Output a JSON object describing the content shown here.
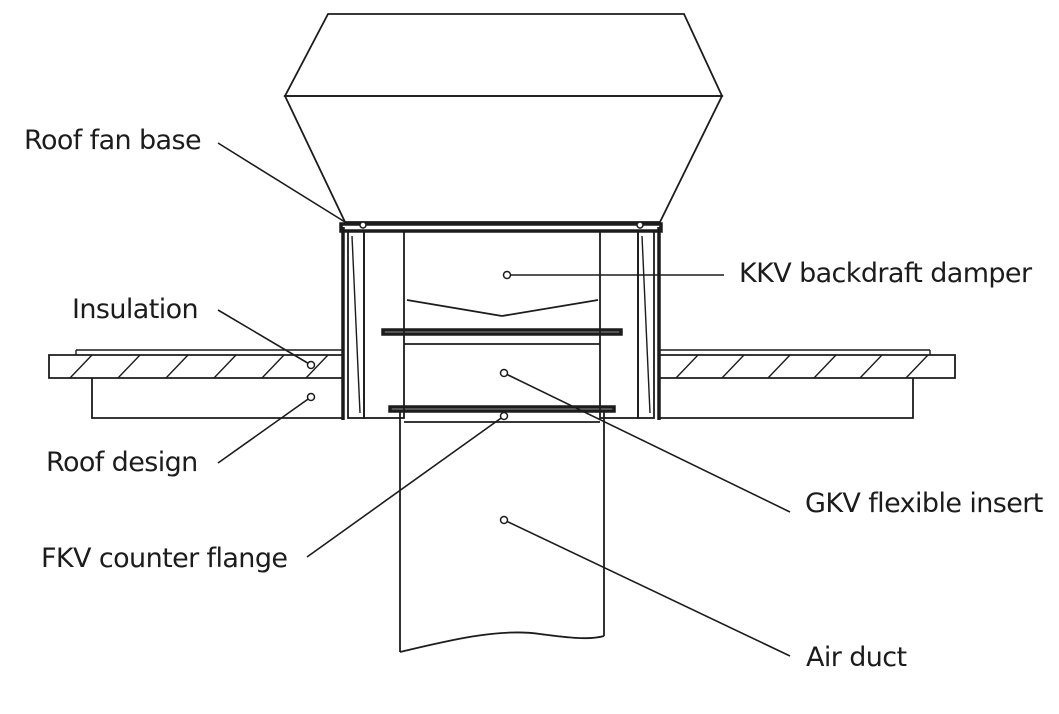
{
  "labels": {
    "roof_fan_base": "Roof fan base",
    "insulation": "Insulation",
    "roof_design": "Roof design",
    "fkv_counter_flange": "FKV counter flange",
    "kkv_backdraft_damper": "KKV backdraft damper",
    "gkv_flexible_insert": "GKV flexible insert",
    "air_duct": "Air duct"
  },
  "colors": {
    "line": "#1c1c1c",
    "background": "#ffffff"
  }
}
